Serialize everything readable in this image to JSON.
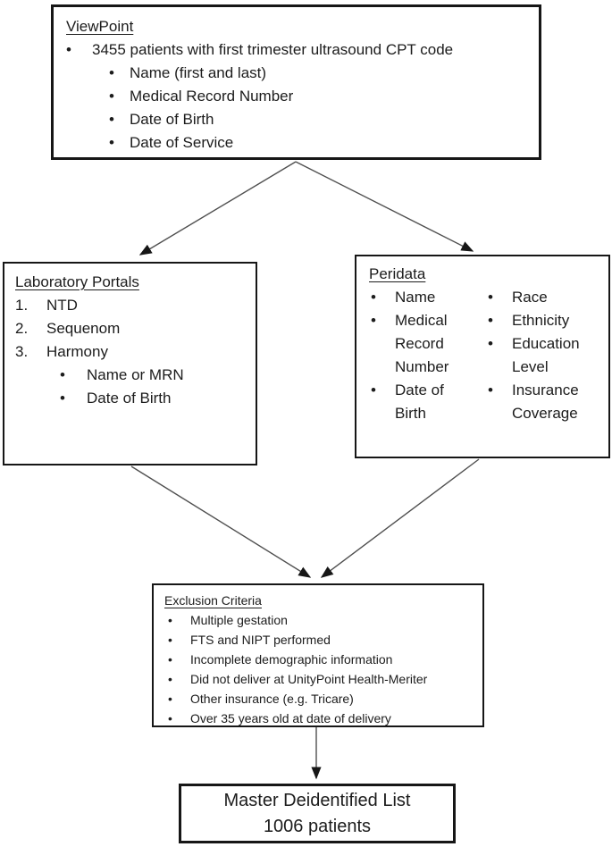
{
  "boxes": {
    "viewpoint": {
      "title": "ViewPoint",
      "bullet": "3455 patients with first trimester ultrasound CPT code",
      "sub_bullets": [
        "Name (first and last)",
        "Medical Record Number",
        "Date of Birth",
        "Date of Service"
      ]
    },
    "laboratory_portals": {
      "title": "Laboratory Portals",
      "numbered_items": [
        "NTD",
        "Sequenom",
        "Harmony"
      ],
      "sub_bullets": [
        "Name or MRN",
        "Date of Birth"
      ]
    },
    "peridata": {
      "title": "Peridata",
      "left_bullets": [
        "Name",
        "Medical Record Number",
        "Date of Birth"
      ],
      "right_bullets": [
        "Race",
        "Ethnicity",
        "Education Level",
        "Insurance Coverage"
      ]
    },
    "exclusion_criteria": {
      "title": "Exclusion Criteria",
      "bullets": [
        "Multiple gestation",
        "FTS and NIPT performed",
        "Incomplete demographic information",
        "Did not deliver at UnityPoint Health-Meriter",
        "Other insurance (e.g. Tricare)",
        "Over 35 years old at date of delivery"
      ]
    },
    "master_list": {
      "line1": "Master Deidentified List",
      "line2": "1006 patients"
    }
  },
  "colors": {
    "background": "#ffffff",
    "box_border": "#161616",
    "text": "#1c1c1c",
    "arrow_line": "#4f4f4f",
    "arrow_head": "#161616"
  }
}
